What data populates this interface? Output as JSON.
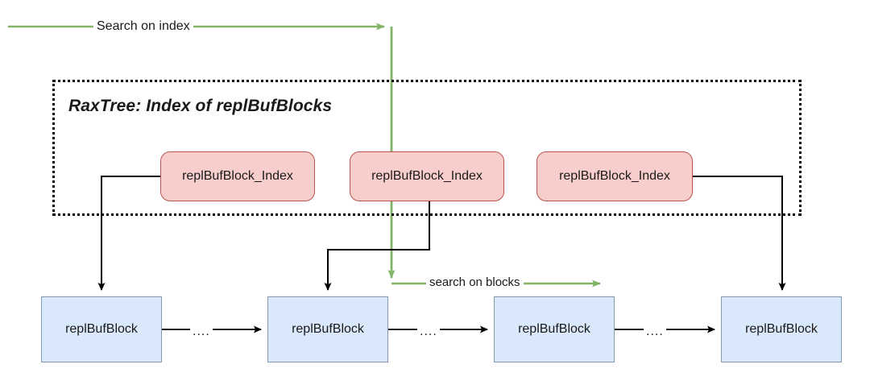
{
  "diagram": {
    "title_group": "RaxTree: Index of replBufBlocks",
    "labels": {
      "search_on_index": "Search on index",
      "search_on_blocks": "search on blocks",
      "ellipsis": "...."
    },
    "index_nodes": [
      {
        "label": "replBufBlock_Index"
      },
      {
        "label": "replBufBlock_Index"
      },
      {
        "label": "replBufBlock_Index"
      }
    ],
    "block_nodes": [
      {
        "label": "replBufBlock"
      },
      {
        "label": "replBufBlock"
      },
      {
        "label": "replBufBlock"
      },
      {
        "label": "replBufBlock"
      }
    ],
    "colors": {
      "index_fill": "#f8cecc",
      "index_stroke": "#b85450",
      "block_fill": "#dae8fc",
      "block_stroke": "#8497b0",
      "flow_green": "#82b366",
      "wire_black": "#000000",
      "container_stroke": "#000000",
      "background": "#ffffff"
    }
  }
}
